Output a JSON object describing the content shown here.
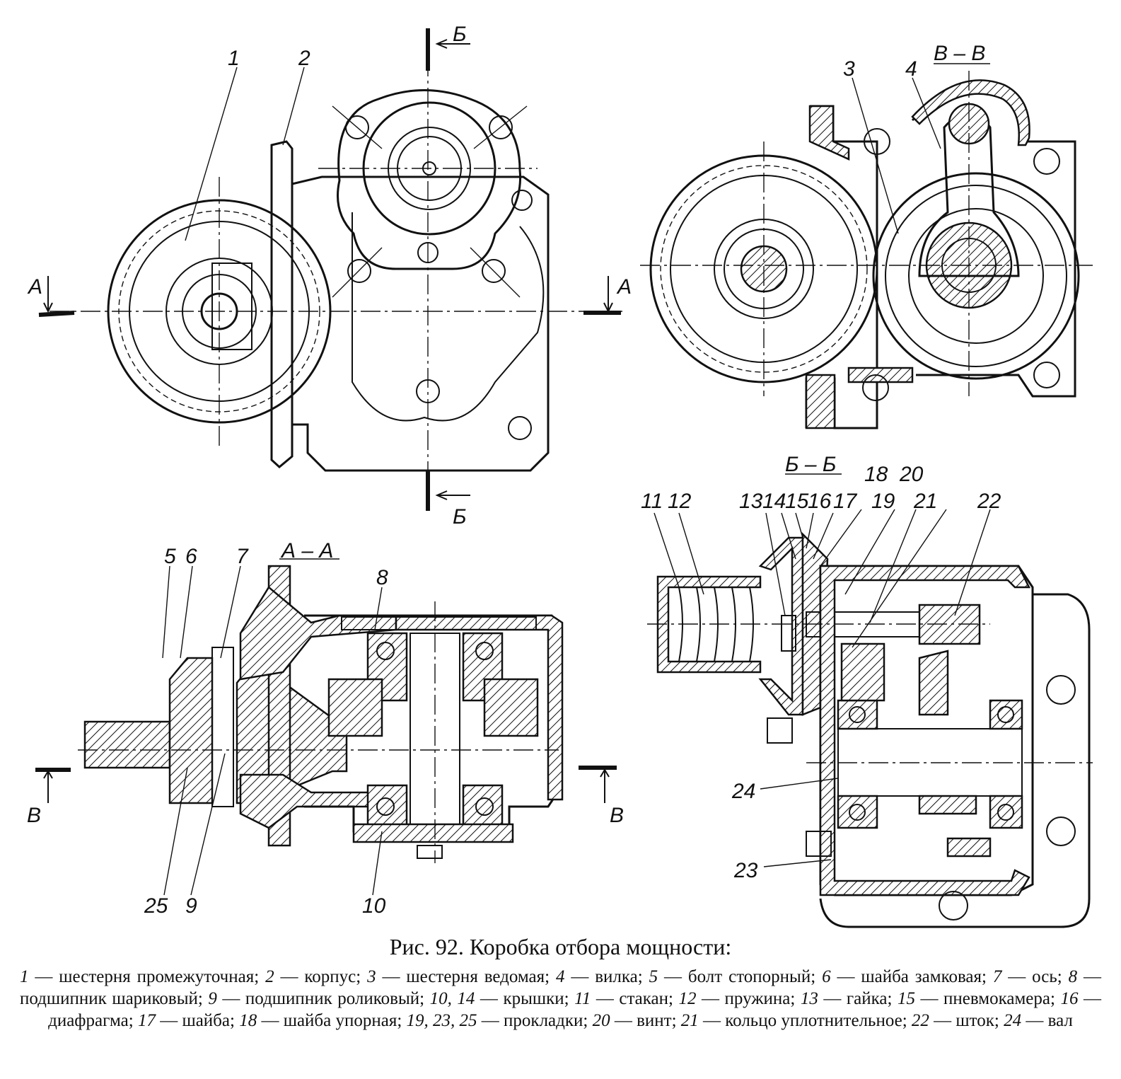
{
  "caption": {
    "title": "Рис. 92. Коробка отбора мощности:",
    "items": [
      {
        "num": "1",
        "text": "шестерня промежуточная"
      },
      {
        "num": "2",
        "text": "корпус"
      },
      {
        "num": "3",
        "text": "шестерня ведомая"
      },
      {
        "num": "4",
        "text": "вилка"
      },
      {
        "num": "5",
        "text": "болт стопорный"
      },
      {
        "num": "6",
        "text": "шайба замковая"
      },
      {
        "num": "7",
        "text": "ось"
      },
      {
        "num": "8",
        "text": "подшипник шариковый"
      },
      {
        "num": "9",
        "text": "подшипник роликовый"
      },
      {
        "num": "10, 14",
        "text": "крышки"
      },
      {
        "num": "11",
        "text": "стакан"
      },
      {
        "num": "12",
        "text": "пружина"
      },
      {
        "num": "13",
        "text": "гайка"
      },
      {
        "num": "15",
        "text": "пневмокамера"
      },
      {
        "num": "16",
        "text": "диафрагма"
      },
      {
        "num": "17",
        "text": "шайба"
      },
      {
        "num": "18",
        "text": "шайба упорная"
      },
      {
        "num": "19, 23, 25",
        "text": "прокладки"
      },
      {
        "num": "20",
        "text": "винт"
      },
      {
        "num": "21",
        "text": "кольцо уплотнительное"
      },
      {
        "num": "22",
        "text": "шток"
      },
      {
        "num": "24",
        "text": "вал"
      }
    ]
  },
  "sections": {
    "aa": "А – А",
    "bb": "Б – Б",
    "vv": "В – В",
    "a": "А",
    "b": "Б",
    "v": "В"
  },
  "labels": {
    "l1": "1",
    "l2": "2",
    "l3": "3",
    "l4": "4",
    "l5": "5",
    "l6": "6",
    "l7": "7",
    "l8": "8",
    "l9": "9",
    "l10": "10",
    "l11": "11",
    "l12": "12",
    "l13": "13",
    "l14": "14",
    "l15": "15",
    "l16": "16",
    "l17": "17",
    "l18": "18",
    "l19": "19",
    "l20": "20",
    "l21": "21",
    "l22": "22",
    "l23": "23",
    "l24": "24",
    "l25": "25"
  }
}
